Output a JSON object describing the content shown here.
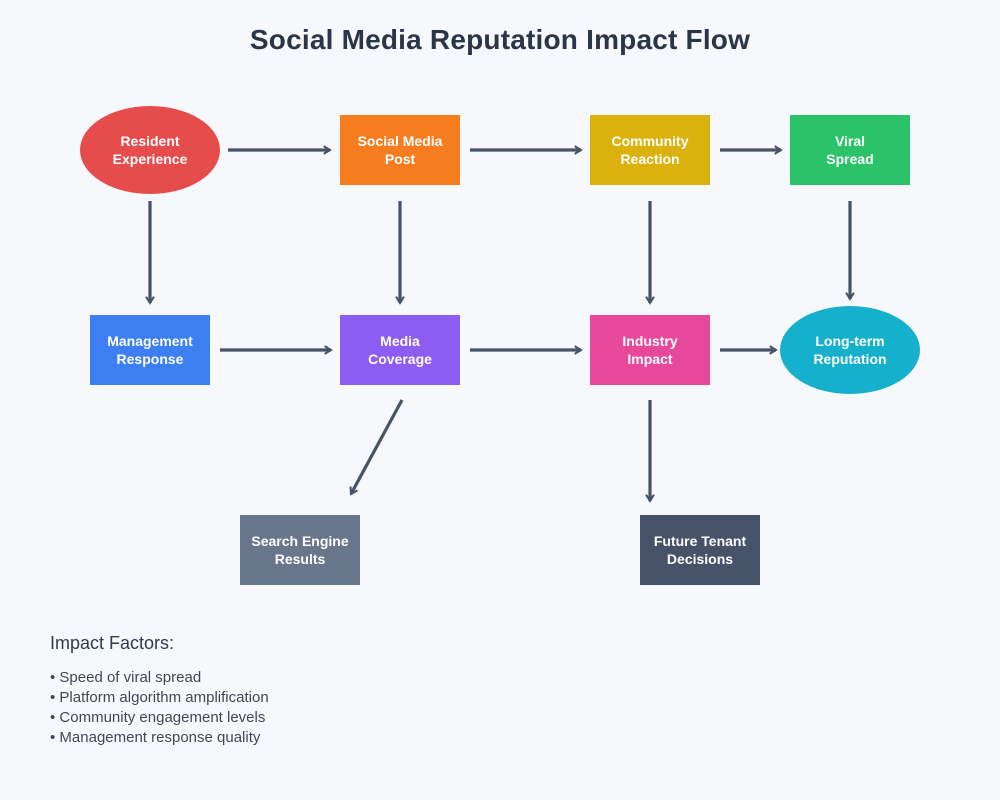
{
  "title": "Social Media Reputation Impact Flow",
  "colors": {
    "background": "#f7f8fb",
    "title-color": "#2a3548",
    "arrow-color": "#475366",
    "node-text": "#ffffff",
    "heading-color": "#2f3a4d",
    "bullet-color": "#3f4756"
  },
  "nodes": [
    {
      "id": "resident-experience",
      "label": "Resident\nExperience",
      "shape": "ellipse",
      "color": "#e74c4c"
    },
    {
      "id": "social-media-post",
      "label": "Social Media\nPost",
      "shape": "rect",
      "color": "#f57d1f"
    },
    {
      "id": "community-reaction",
      "label": "Community\nReaction",
      "shape": "rect",
      "color": "#dab10d"
    },
    {
      "id": "viral-spread",
      "label": "Viral\nSpread",
      "shape": "rect",
      "color": "#2bc36a"
    },
    {
      "id": "management-response",
      "label": "Management\nResponse",
      "shape": "rect",
      "color": "#3d7ff2"
    },
    {
      "id": "media-coverage",
      "label": "Media\nCoverage",
      "shape": "rect",
      "color": "#8d5cf2"
    },
    {
      "id": "industry-impact",
      "label": "Industry\nImpact",
      "shape": "rect",
      "color": "#e8489a"
    },
    {
      "id": "long-term-reputation",
      "label": "Long-term\nReputation",
      "shape": "ellipse",
      "color": "#14b0cc"
    },
    {
      "id": "search-engine-results",
      "label": "Search Engine\nResults",
      "shape": "rect",
      "color": "#68768c"
    },
    {
      "id": "future-tenant-decisions",
      "label": "Future Tenant\nDecisions",
      "shape": "rect",
      "color": "#455268"
    }
  ],
  "impact_factors": {
    "heading": "Impact Factors:",
    "items": [
      "• Speed of viral spread",
      "• Platform algorithm amplification",
      "• Community engagement levels",
      "• Management response quality"
    ]
  }
}
